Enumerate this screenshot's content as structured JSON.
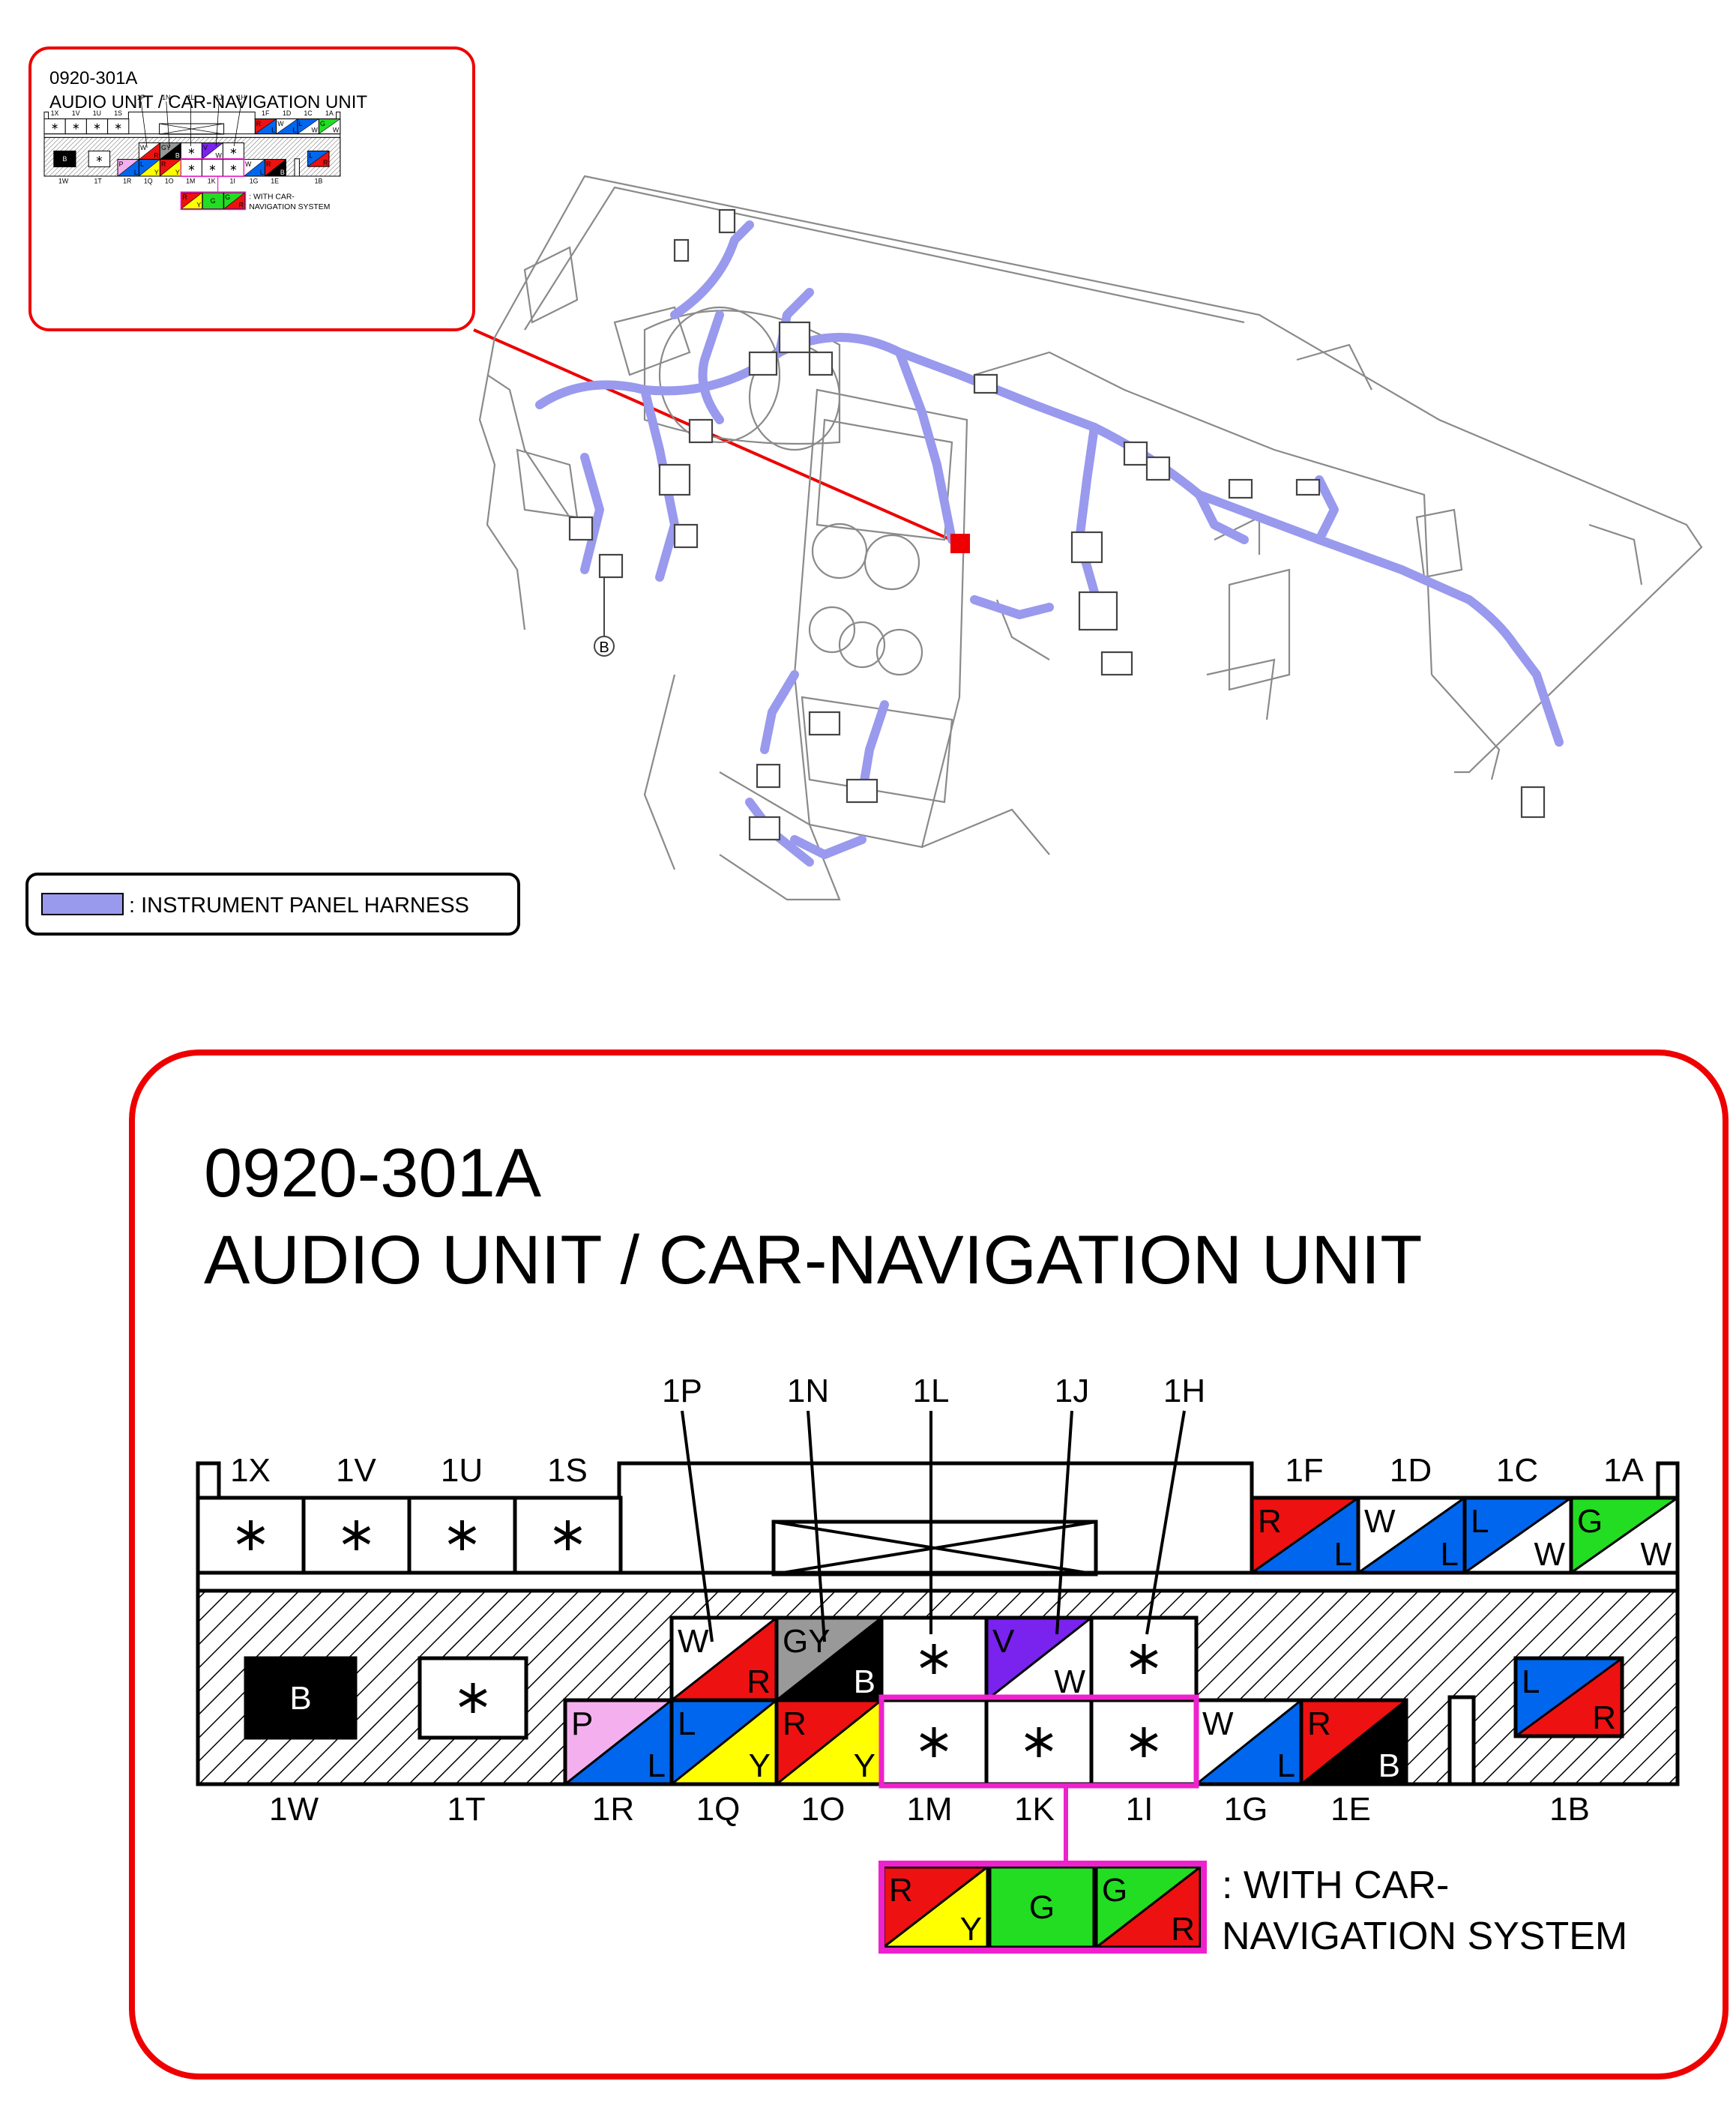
{
  "connector": {
    "code": "0920-301A",
    "title": "AUDIO UNIT / CAR-NAVIGATION UNIT"
  },
  "harness_legend": {
    "label": ": INSTRUMENT PANEL HARNESS",
    "color": "#9999ee"
  },
  "location_marker": "B",
  "navigation_note": {
    "line1": ": WITH CAR-",
    "line2": "NAVIGATION SYSTEM"
  },
  "colors": {
    "R": "#ee1111",
    "L": "#0066ee",
    "W": "#ffffff",
    "G": "#22dd22",
    "B": "#000000",
    "Y": "#ffff00",
    "P": "#f4b0ee",
    "V": "#7a22ee",
    "GY": "#999999",
    "frame": "#ee0000",
    "highlight": "#ee22cc"
  },
  "terminals": {
    "top_left": [
      {
        "id": "1X",
        "mark": "*"
      },
      {
        "id": "1V",
        "mark": "*"
      },
      {
        "id": "1U",
        "mark": "*"
      },
      {
        "id": "1S",
        "mark": "*"
      }
    ],
    "top_right": [
      {
        "id": "1F",
        "c1": "R",
        "c2": "L"
      },
      {
        "id": "1D",
        "c1": "W",
        "c2": "L"
      },
      {
        "id": "1C",
        "c1": "L",
        "c2": "W"
      },
      {
        "id": "1A",
        "c1": "G",
        "c2": "W"
      }
    ],
    "mid_row": [
      {
        "id": "1P",
        "c1": "W",
        "c2": "R"
      },
      {
        "id": "1N",
        "c1": "GY",
        "c2": "B"
      },
      {
        "id": "1L",
        "mark": "*"
      },
      {
        "id": "1J",
        "c1": "V",
        "c2": "W"
      },
      {
        "id": "1H",
        "mark": "*"
      }
    ],
    "bottom_row": [
      {
        "id": "1W",
        "solid": "B"
      },
      {
        "id": "1T",
        "mark": "*"
      },
      {
        "id": "1R",
        "c1": "P",
        "c2": "L"
      },
      {
        "id": "1Q",
        "c1": "L",
        "c2": "Y"
      },
      {
        "id": "1O",
        "c1": "R",
        "c2": "Y"
      },
      {
        "id": "1M",
        "mark": "*"
      },
      {
        "id": "1K",
        "mark": "*"
      },
      {
        "id": "1I",
        "mark": "*"
      },
      {
        "id": "1G",
        "c1": "W",
        "c2": "L"
      },
      {
        "id": "1E",
        "c1": "R",
        "c2": "B"
      },
      {
        "id": "1B",
        "c1": "L",
        "c2": "R"
      }
    ],
    "navigation_cells": [
      {
        "for": "1M",
        "c1": "R",
        "c2": "Y"
      },
      {
        "for": "1K",
        "solid": "G"
      },
      {
        "for": "1I",
        "c1": "G",
        "c2": "R"
      }
    ]
  }
}
